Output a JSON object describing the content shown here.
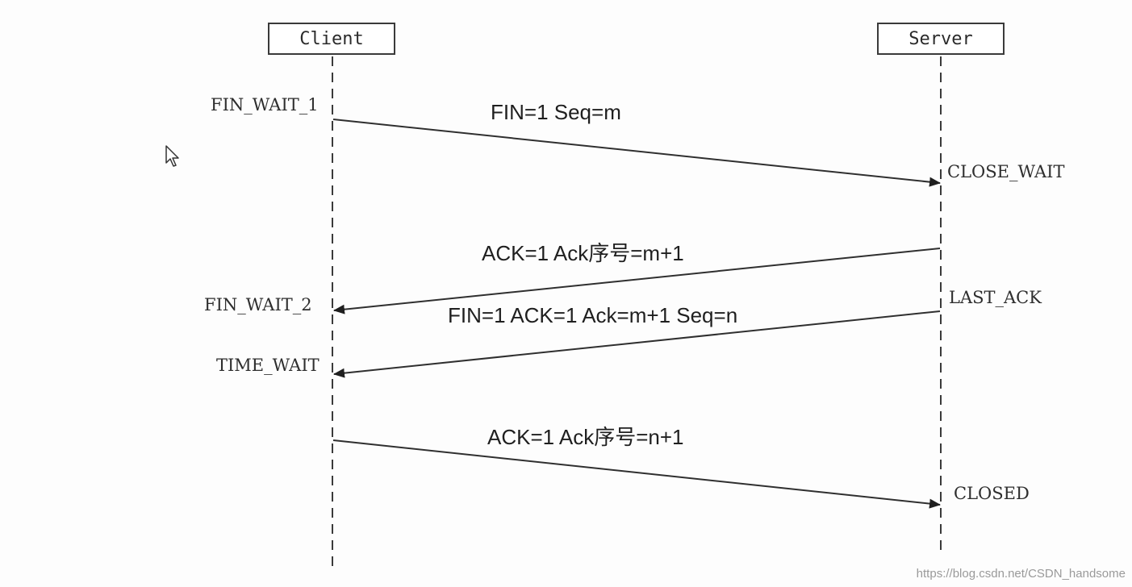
{
  "actors": {
    "client": "Client",
    "server": "Server"
  },
  "client_states": {
    "fin_wait_1": "FIN_WAIT_1",
    "fin_wait_2": "FIN_WAIT_2",
    "time_wait": "TIME_WAIT"
  },
  "server_states": {
    "close_wait": "CLOSE_WAIT",
    "last_ack": "LAST_ACK",
    "closed": "CLOSED"
  },
  "messages": [
    {
      "label": "FIN=1  Seq=m",
      "from": "client",
      "to": "server"
    },
    {
      "label": "ACK=1 Ack序号=m+1",
      "from": "server",
      "to": "client"
    },
    {
      "label": "FIN=1 ACK=1 Ack=m+1 Seq=n",
      "from": "server",
      "to": "client"
    },
    {
      "label": "ACK=1 Ack序号=n+1",
      "from": "client",
      "to": "server"
    }
  ],
  "watermark": "https://blog.csdn.net/CSDN_handsome",
  "icons": {
    "cursor": "mouse-pointer-icon"
  },
  "colors": {
    "line": "#2f2f2f",
    "text": "#1f1f1f"
  }
}
